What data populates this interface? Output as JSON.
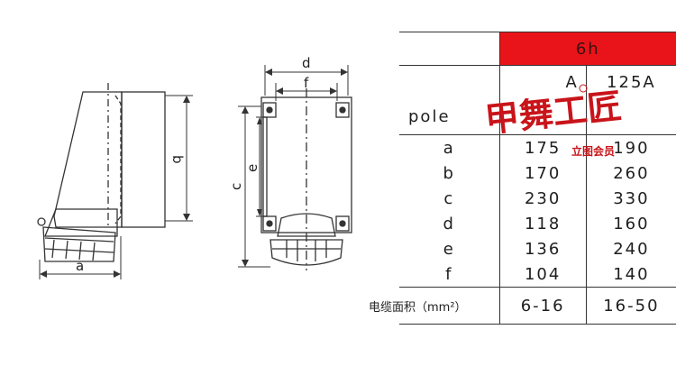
{
  "drawing": {
    "labels": {
      "a": "a",
      "b": "b",
      "c": "c",
      "d": "d",
      "e": "e",
      "f": "f"
    }
  },
  "table": {
    "header_6h": "6h",
    "amp_1": "A",
    "amp_2": "125A",
    "pole_label": "pole",
    "rows": [
      {
        "label": "a",
        "v1": "175",
        "v2": "190"
      },
      {
        "label": "b",
        "v1": "170",
        "v2": "260"
      },
      {
        "label": "c",
        "v1": "230",
        "v2": "330"
      },
      {
        "label": "d",
        "v1": "118",
        "v2": "160"
      },
      {
        "label": "e",
        "v1": "136",
        "v2": "240"
      },
      {
        "label": "f",
        "v1": "104",
        "v2": "140"
      }
    ],
    "area_label": "电缆面积（mm²）",
    "area_1": "6-16",
    "area_2": "16-50"
  },
  "watermark": {
    "main": "甲舞工匠",
    "sub": "立图会员"
  },
  "colors": {
    "header_red": "#e8141a",
    "watermark_red": "#c8141a"
  }
}
